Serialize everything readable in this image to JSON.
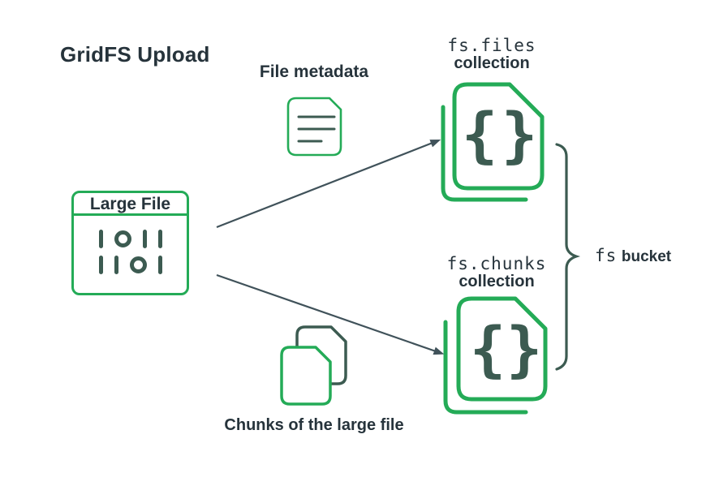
{
  "title": "GridFS Upload",
  "metadata_label": "File metadata",
  "chunks_label": "Chunks of the large file",
  "large_file": {
    "title": "Large File",
    "binary_rows": [
      "1011",
      "1101"
    ]
  },
  "files_collection": {
    "name": "fs.files",
    "type_label": "collection",
    "brace_open": "{",
    "brace_close": "}"
  },
  "chunks_collection": {
    "name": "fs.chunks",
    "type_label": "collection",
    "brace_open": "{",
    "brace_close": "}"
  },
  "bucket": {
    "prefix": "fs",
    "label": "bucket"
  },
  "colors": {
    "green": "#24AB57",
    "dark_text": "#26333B",
    "dark_stroke": "#3C5B51",
    "arrow": "#40525A",
    "background": "#FFFFFF"
  }
}
